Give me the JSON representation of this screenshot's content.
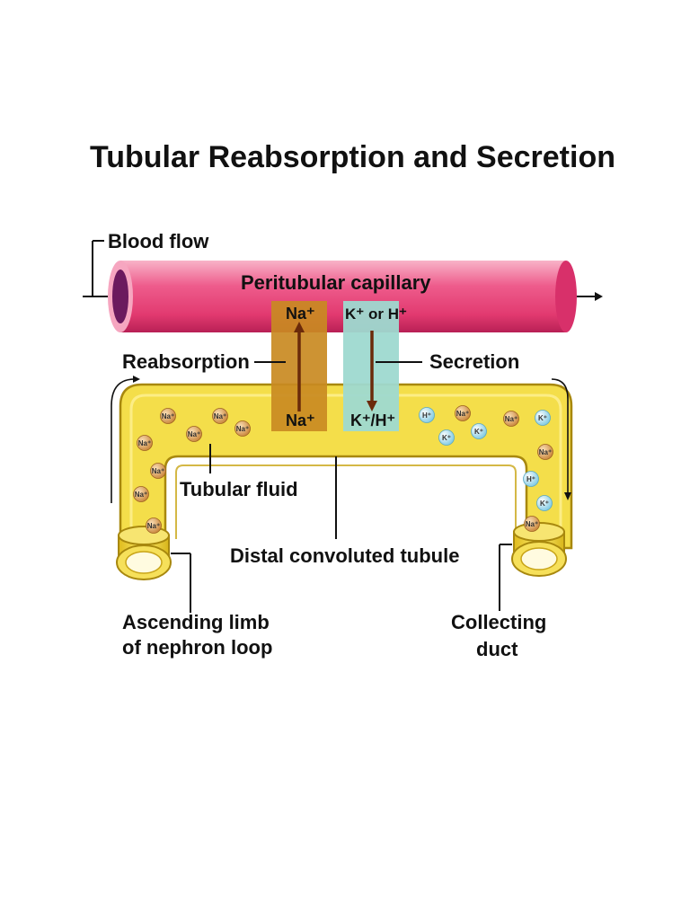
{
  "title": "Tubular Reabsorption and Secretion",
  "labels": {
    "blood_flow": "Blood flow",
    "capillary": "Peritubular capillary",
    "reabsorption": "Reabsorption",
    "secretion": "Secretion",
    "tubular_fluid": "Tubular fluid",
    "tubule": "Distal convoluted tubule",
    "ascending_line1": "Ascending limb",
    "ascending_line2": "of nephron loop",
    "collecting_line1": "Collecting",
    "collecting_line2": "duct"
  },
  "transport": {
    "reabsorption_top": "Na⁺",
    "reabsorption_bottom": "Na⁺",
    "secretion_top": "K⁺ or H⁺",
    "secretion_bottom": "K⁺/H⁺"
  },
  "ions": {
    "na": "Na⁺",
    "k": "K⁺",
    "h": "H⁺"
  },
  "colors": {
    "capillary": "#e8467a",
    "capillary_light": "#f8a9c2",
    "tubule": "#f2da3c",
    "tubule_dark": "#b89812",
    "reabsorption_box": "#c98a22",
    "secretion_box": "#9ed9d0",
    "na_ion": "#e0a45a",
    "k_h_ion": "#a8dcea"
  }
}
